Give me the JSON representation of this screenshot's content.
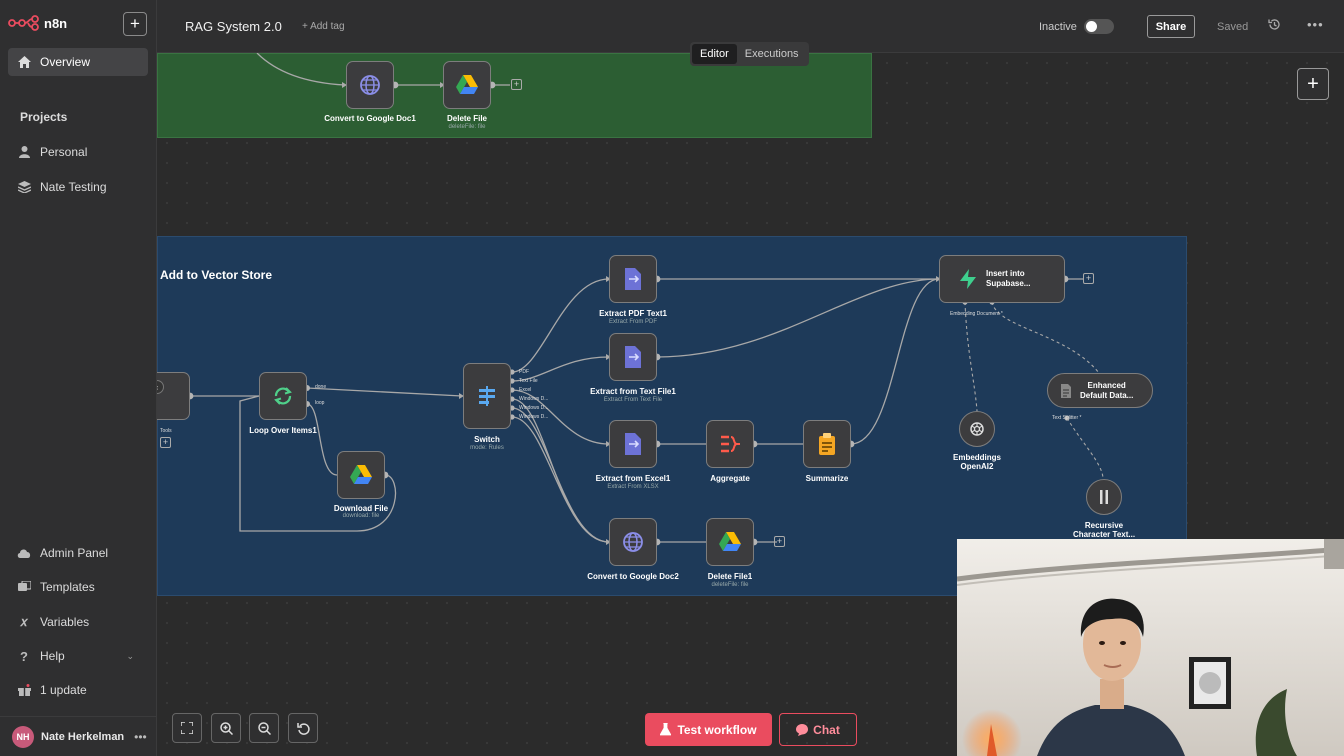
{
  "app": {
    "name": "n8n"
  },
  "sidebar": {
    "overview": "Overview",
    "projects_label": "Projects",
    "projects": [
      "Personal",
      "Nate Testing"
    ],
    "bottom": {
      "admin": "Admin Panel",
      "templates": "Templates",
      "variables": "Variables",
      "help": "Help",
      "update": "1 update"
    },
    "user": {
      "initials": "NH",
      "name": "Nate Herkelman"
    }
  },
  "header": {
    "title": "RAG System 2.0",
    "add_tag": "+ Add tag",
    "status": "Inactive",
    "share": "Share",
    "saved": "Saved",
    "tabs": [
      "Editor",
      "Executions"
    ]
  },
  "canvas": {
    "sticky_title": "Add to Vector Store",
    "nodes": {
      "convert1": {
        "label": "Convert to Google Doc1"
      },
      "delete1": {
        "label": "Delete File",
        "sub": "deleteFile: file"
      },
      "loop": {
        "label": "Loop Over Items1",
        "ports": [
          "done",
          "loop"
        ]
      },
      "download": {
        "label": "Download File",
        "sub": "download: file"
      },
      "switch": {
        "label": "Switch",
        "sub": "mode: Rules",
        "ports": [
          "PDF",
          "Text File",
          "Excel",
          "Windows D...",
          "Windows D...",
          "Windows D..."
        ]
      },
      "pdf": {
        "label": "Extract PDF Text1",
        "sub": "Extract From PDF"
      },
      "text": {
        "label": "Extract from Text File1",
        "sub": "Extract From Text File"
      },
      "excel": {
        "label": "Extract from Excel1",
        "sub": "Extract From XLSX"
      },
      "aggregate": {
        "label": "Aggregate"
      },
      "summarize": {
        "label": "Summarize"
      },
      "convert2": {
        "label": "Convert to Google Doc2"
      },
      "delete2": {
        "label": "Delete File1",
        "sub": "deleteFile: file"
      },
      "supabase": {
        "label1": "Insert into",
        "label2": "Supabase...",
        "ports": "Embedding Document *"
      },
      "embeddings": {
        "label1": "Embeddings",
        "label2": "OpenAI2"
      },
      "loader": {
        "label1": "Enhanced",
        "label2": "Default Data...",
        "port": "Text Splitter *"
      },
      "splitter": {
        "label1": "Recursive",
        "label2": "Character Text..."
      },
      "left_port": "Tools"
    }
  },
  "controls": {
    "test": "Test workflow",
    "chat": "Chat"
  },
  "colors": {
    "accent": "#ea4c5f",
    "sticky_green": "#2c5e33",
    "sticky_blue": "#1e3a59"
  }
}
